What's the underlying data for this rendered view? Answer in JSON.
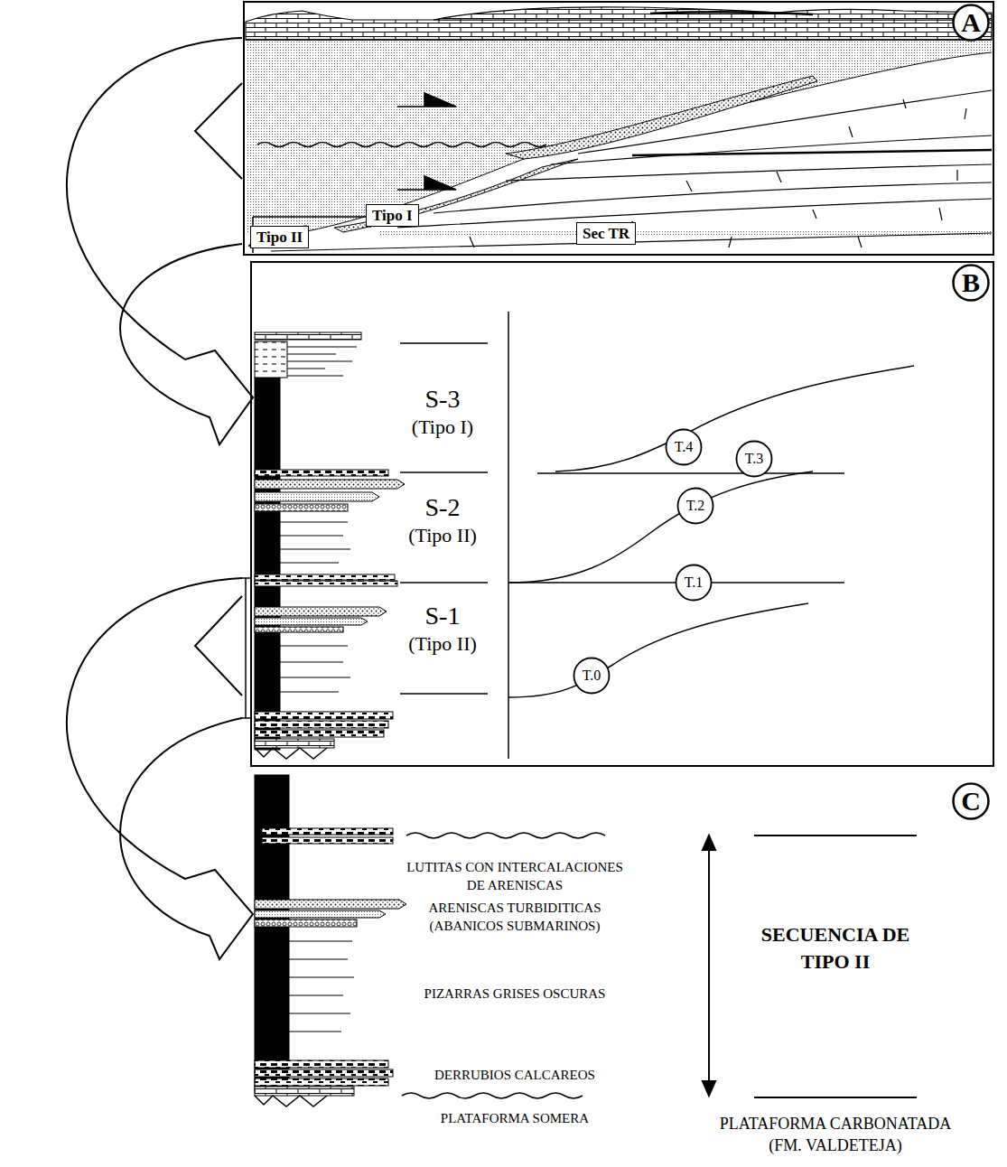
{
  "diagram": {
    "nodes": [
      {
        "text": [
          "A"
        ]
      },
      {
        "text": [
          "Tipo II"
        ]
      },
      {
        "text": [
          "Tipo I"
        ]
      },
      {
        "text": [
          "Sec TR"
        ]
      },
      {
        "text": [
          "B"
        ]
      },
      {
        "text": [
          "T.4"
        ]
      },
      {
        "text": [
          "T.3"
        ]
      },
      {
        "text": [
          "T.2"
        ]
      },
      {
        "text": [
          "T.1"
        ]
      },
      {
        "text": [
          "T.0"
        ]
      },
      {
        "text": [
          "C"
        ]
      }
    ],
    "labels": [
      "S-3",
      "(Tipo I)",
      "S-2",
      "(Tipo II)",
      "S-1",
      "(Tipo II)",
      "LUTITAS CON INTERCALACIONES DE ARENISCAS",
      "ARENISCAS TURBIDITICAS (ABANICOS SUBMARINOS)",
      "PIZARRAS GRISES OSCURAS",
      "DERRUBIOS CALCAREOS",
      "PLATAFORMA SOMERA",
      "SECUENCIA DE TIPO II",
      "PLATAFORMA CARBONATADA (FM. VALDETEJA)"
    ]
  }
}
